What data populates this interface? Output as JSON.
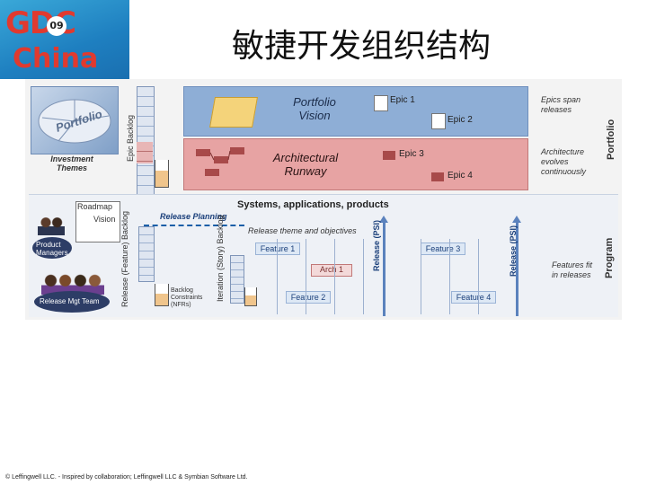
{
  "logo": {
    "text": "GDC",
    "year": "09",
    "sub": "China"
  },
  "title": "敏捷开发组织结构",
  "diagram": {
    "portfolio": {
      "thumb_label": "Portfolio",
      "investment_themes": "Investment Themes",
      "epic_backlog": "Epic Backlog",
      "vision_title": "Portfolio Vision",
      "runway_title": "Architectural Runway",
      "epics": [
        "Epic 1",
        "Epic 2",
        "Epic 3",
        "Epic 4"
      ],
      "note_epics": "Epics span releases",
      "note_arch": "Architecture evolves continuously",
      "side_label": "Portfolio"
    },
    "program": {
      "header": "Systems, applications, products",
      "roadmap": "Roadmap",
      "vision": "Vision",
      "product_managers": "Product Managers",
      "release_mgt_team": "Release Mgt Team",
      "release_planning": "Release Planning",
      "release_feature_backlog": "Release (Feature) Backlog",
      "iteration_story_backlog": "Iteration (Story) Backlog",
      "backlog_constraints": "Backlog Constraints (NFRs)",
      "release_theme": "Release theme and objectives",
      "release_psi_1": "Release (PSI)",
      "release_psi_2": "Release (PSI)",
      "features": [
        "Feature 1",
        "Feature 2",
        "Feature 3",
        "Feature 4"
      ],
      "arch": "Arch 1",
      "note_features": "Features fit in releases",
      "side_label": "Program"
    }
  },
  "colors": {
    "portfolio_blue": "#8eaed6",
    "runway_red": "#e7a3a3",
    "program_bg": "#eef1f6",
    "accent_blue": "#1a5fa8"
  },
  "footer": "© Leffingwell LLC. - Inspired by collaboration; Leffingwell LLC & Symbian Software Ltd."
}
